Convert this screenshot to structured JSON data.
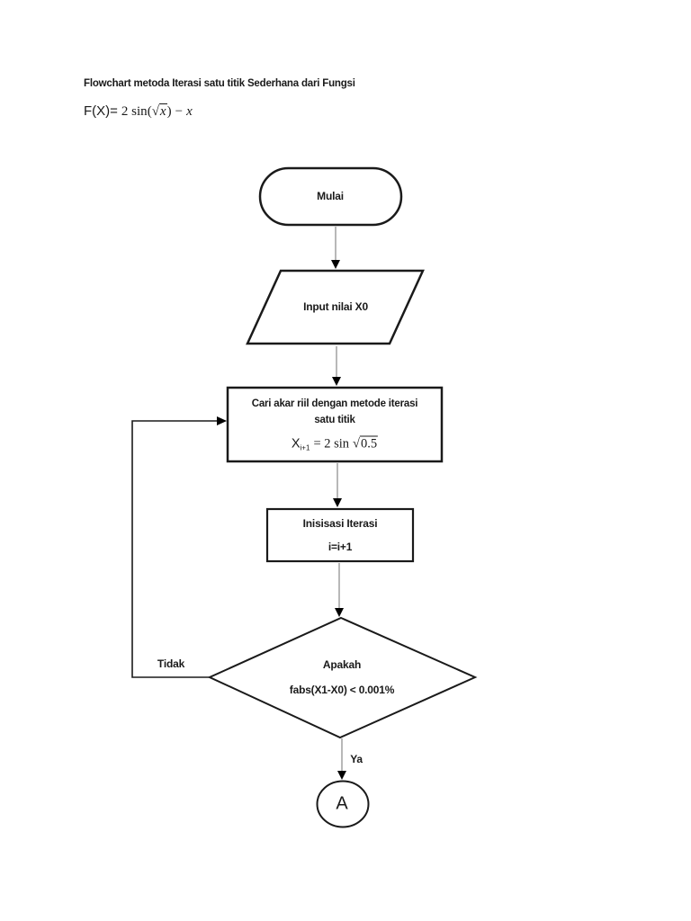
{
  "header": {
    "title": "Flowchart metoda Iterasi satu titik Sederhana dari Fungsi",
    "formula": {
      "fx": "F(X)=",
      "coef": "2 sin",
      "open": "(",
      "root": "√",
      "radicand": "x",
      "close": ")",
      "minus": "−",
      "tail": "x"
    }
  },
  "flowchart": {
    "nodes": {
      "start": {
        "shape": "stadium",
        "label": "Mulai"
      },
      "input": {
        "shape": "parallelogram",
        "label": "Input nilai X0"
      },
      "process": {
        "shape": "rectangle",
        "line1": "Cari akar riil dengan metode iterasi",
        "line2": "satu titik",
        "formula": {
          "var": "X",
          "sub": "i+1",
          "eq": "= 2 sin",
          "root": "√",
          "radicand": "0.5"
        }
      },
      "init": {
        "shape": "rectangle",
        "line1": "Inisisasi Iterasi",
        "line2": "i=i+1"
      },
      "decision": {
        "shape": "diamond",
        "line1": "Apakah",
        "line2": "fabs(X1-X0) < 0.001%"
      },
      "connector": {
        "shape": "circle",
        "label": "A"
      }
    },
    "edge_labels": {
      "no": "Tidak",
      "yes": "Ya"
    },
    "colors": {
      "shape_stroke": "#1a1a1a",
      "shape_fill": "#ffffff",
      "connector_line": "#a6a6a6",
      "arrowhead": "#000000",
      "loop_line": "#1a1a1a"
    }
  }
}
